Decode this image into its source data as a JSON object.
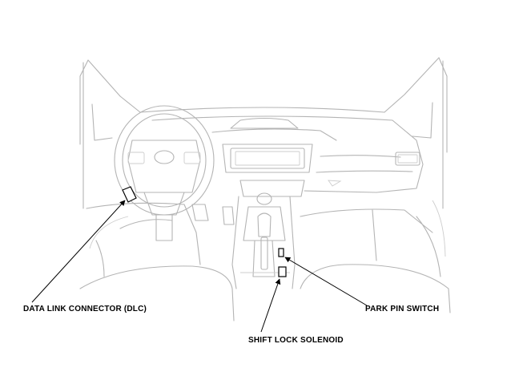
{
  "callouts": {
    "dlc": "DATA LINK CONNECTOR (DLC)",
    "park_pin_switch": "PARK PIN SWITCH",
    "shift_lock_solenoid": "SHIFT LOCK SOLENOID"
  },
  "colors": {
    "outline": "#b4b4b4",
    "highlight": "#000000",
    "background": "#ffffff"
  }
}
